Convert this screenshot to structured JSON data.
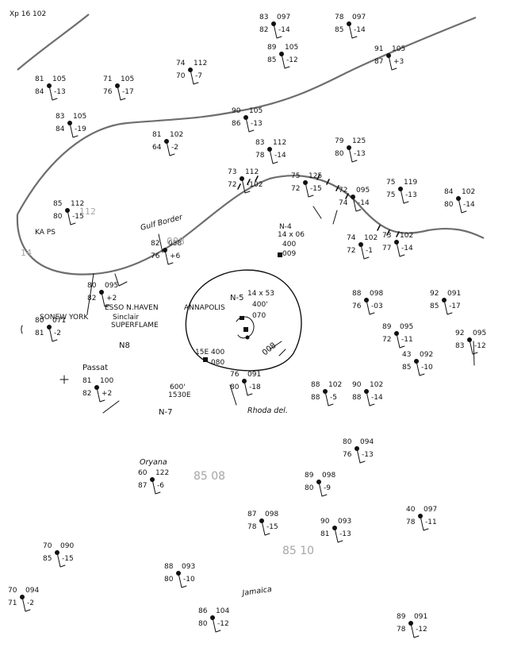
{
  "map": {
    "header_note": "Xp 16 102",
    "places": {
      "gulf_border": "Gulf Border",
      "annapolis": "ANNAPOLIS",
      "sinclair": "Sinclair",
      "superflame": "SUPERFLAME",
      "esso_n_haven": "ESSO N.HAVEN",
      "n8": "N8",
      "n7": "N-7",
      "n5": "N-5",
      "n4": "N-4",
      "sonew_york": "SONEW YORK",
      "passat": "Passat",
      "rhoda_del": "Rhoda del.",
      "jamaica": "Jamaica",
      "oryana": "Oryana",
      "ka_ps": "KA PS"
    },
    "storm_annotations": {
      "pos_1": "14 x 53",
      "alt_1": "400'",
      "press_1": "070",
      "pos_2": "15E 400",
      "press_2": "080",
      "n4_pos": "14 x 06",
      "n4_alt": "400",
      "n4_press": "009",
      "pressure_008": "008",
      "pos_3": "1530E",
      "alt_3": "600'"
    },
    "stations": [
      {
        "id": "s1",
        "temp": "78",
        "press": "097",
        "dew": "85",
        "tend": "-14"
      },
      {
        "id": "s2",
        "temp": "83",
        "press": "097",
        "dew": "82",
        "tend": "-14"
      },
      {
        "id": "s3",
        "temp": "89",
        "press": "105",
        "dew": "85",
        "tend": "-12"
      },
      {
        "id": "s4",
        "temp": "91",
        "press": "105",
        "dew": "87",
        "tend": "+3"
      },
      {
        "id": "s5",
        "temp": "71",
        "press": "105",
        "dew": "76",
        "tend": "-17"
      },
      {
        "id": "s6",
        "temp": "81",
        "press": "105",
        "dew": "84",
        "tend": "-13"
      },
      {
        "id": "s7",
        "temp": "74",
        "press": "112",
        "dew": "70",
        "tend": "-7"
      },
      {
        "id": "s8",
        "temp": "83",
        "press": "105",
        "dew": "84",
        "tend": "-19"
      },
      {
        "id": "s9",
        "temp": "90",
        "press": "105",
        "dew": "86",
        "tend": "-13"
      },
      {
        "id": "s10",
        "temp": "81",
        "press": "102",
        "dew": "64",
        "tend": "-2"
      },
      {
        "id": "s11",
        "temp": "83",
        "press": "112",
        "dew": "78",
        "tend": "-14"
      },
      {
        "id": "s12",
        "temp": "79",
        "press": "125",
        "dew": "80",
        "tend": "-13"
      },
      {
        "id": "s13",
        "temp": "75",
        "press": "125",
        "dew": "72",
        "tend": "-15"
      },
      {
        "id": "s14",
        "temp": "73",
        "press": "112",
        "dew": "72",
        "tend": "-102"
      },
      {
        "id": "s15",
        "temp": "75",
        "press": "119",
        "dew": "75",
        "tend": "-13"
      },
      {
        "id": "s16",
        "temp": "72",
        "press": "095",
        "dew": "74",
        "tend": "-14"
      },
      {
        "id": "s17",
        "temp": "84",
        "press": "102",
        "dew": "80",
        "tend": "-14"
      },
      {
        "id": "s18",
        "temp": "73",
        "press": "102",
        "dew": "77",
        "tend": "-14"
      },
      {
        "id": "s19",
        "temp": "74",
        "press": "102",
        "dew": "72",
        "tend": "-1"
      },
      {
        "id": "s20",
        "temp": "82",
        "press": "088",
        "dew": "76",
        "tend": "+6"
      },
      {
        "id": "s21",
        "temp": "85",
        "press": "112",
        "dew": "80",
        "tend": "-15"
      },
      {
        "id": "s22",
        "temp": "80",
        "press": "095",
        "dew": "82",
        "tend": "+2"
      },
      {
        "id": "s23",
        "temp": "88",
        "press": "098",
        "dew": "76",
        "tend": "-03"
      },
      {
        "id": "s24",
        "temp": "92",
        "press": "091",
        "dew": "85",
        "tend": "-17"
      },
      {
        "id": "s25",
        "temp": "89",
        "press": "095",
        "dew": "72",
        "tend": "-11"
      },
      {
        "id": "s26",
        "temp": "92",
        "press": "095",
        "dew": "83",
        "tend": "-12"
      },
      {
        "id": "s27",
        "temp": "80",
        "press": "071",
        "dew": "81",
        "tend": "-2"
      },
      {
        "id": "s28",
        "temp": "81",
        "press": "100",
        "dew": "82",
        "tend": "+2"
      },
      {
        "id": "s29",
        "temp": "76",
        "press": "091",
        "dew": "80",
        "tend": "-18"
      },
      {
        "id": "s30",
        "temp": "88",
        "press": "102",
        "dew": "88",
        "tend": "-5"
      },
      {
        "id": "s31",
        "temp": "90",
        "press": "102",
        "dew": "88",
        "tend": "-14"
      },
      {
        "id": "s32",
        "temp": "43",
        "press": "092",
        "dew": "85",
        "tend": "-10"
      },
      {
        "id": "s33",
        "temp": "80",
        "press": "094",
        "dew": "76",
        "tend": "-13"
      },
      {
        "id": "s34",
        "temp": "89",
        "press": "098",
        "dew": "80",
        "tend": "-9"
      },
      {
        "id": "s35",
        "temp": "87",
        "press": "098",
        "dew": "78",
        "tend": "-15"
      },
      {
        "id": "s36",
        "temp": "90",
        "press": "093",
        "dew": "81",
        "tend": "-13"
      },
      {
        "id": "s37",
        "temp": "40",
        "press": "097",
        "dew": "78",
        "tend": "-11"
      },
      {
        "id": "s38",
        "temp": "60",
        "press": "122",
        "dew": "87",
        "tend": "-6"
      },
      {
        "id": "s39",
        "temp": "70",
        "press": "090",
        "dew": "85",
        "tend": "-15"
      },
      {
        "id": "s40",
        "temp": "88",
        "press": "093",
        "dew": "80",
        "tend": "-10"
      },
      {
        "id": "s41",
        "temp": "86",
        "press": "104",
        "dew": "80",
        "tend": "-12"
      },
      {
        "id": "s42",
        "temp": "89",
        "press": "091",
        "dew": "78",
        "tend": "-12"
      },
      {
        "id": "s43",
        "temp": "70",
        "press": "094",
        "dew": "71",
        "tend": "-2"
      }
    ],
    "pale_labels": [
      "85 08",
      "85 10",
      "14",
      "088",
      "112"
    ]
  }
}
